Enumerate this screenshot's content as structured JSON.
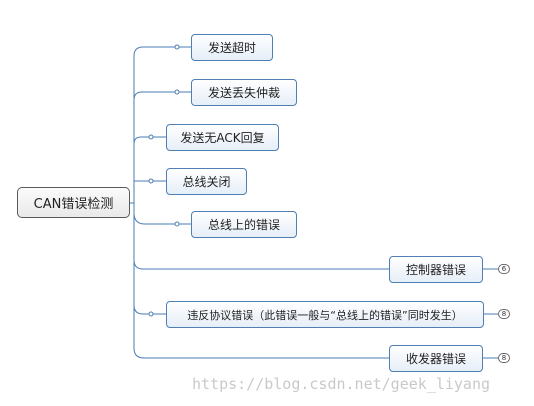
{
  "root": {
    "label": "CAN错误检测"
  },
  "branches": [
    {
      "label": "发送超时"
    },
    {
      "label": "发送丢失仲裁"
    },
    {
      "label": "发送无ACK回复"
    },
    {
      "label": "总线关闭"
    },
    {
      "label": "总线上的错误"
    },
    {
      "label": "控制器错误",
      "badge": "6"
    },
    {
      "label": "违反协议错误（此错误一般与“总线上的错误”同时发生）",
      "badge": "8"
    },
    {
      "label": "收发器错误",
      "badge": "8"
    }
  ],
  "watermark": "https://blog.csdn.net/geek_liyang",
  "colors": {
    "connector": "#4a7db5",
    "node_border": "#4f7fb3",
    "root_border": "#5a5a5a"
  }
}
